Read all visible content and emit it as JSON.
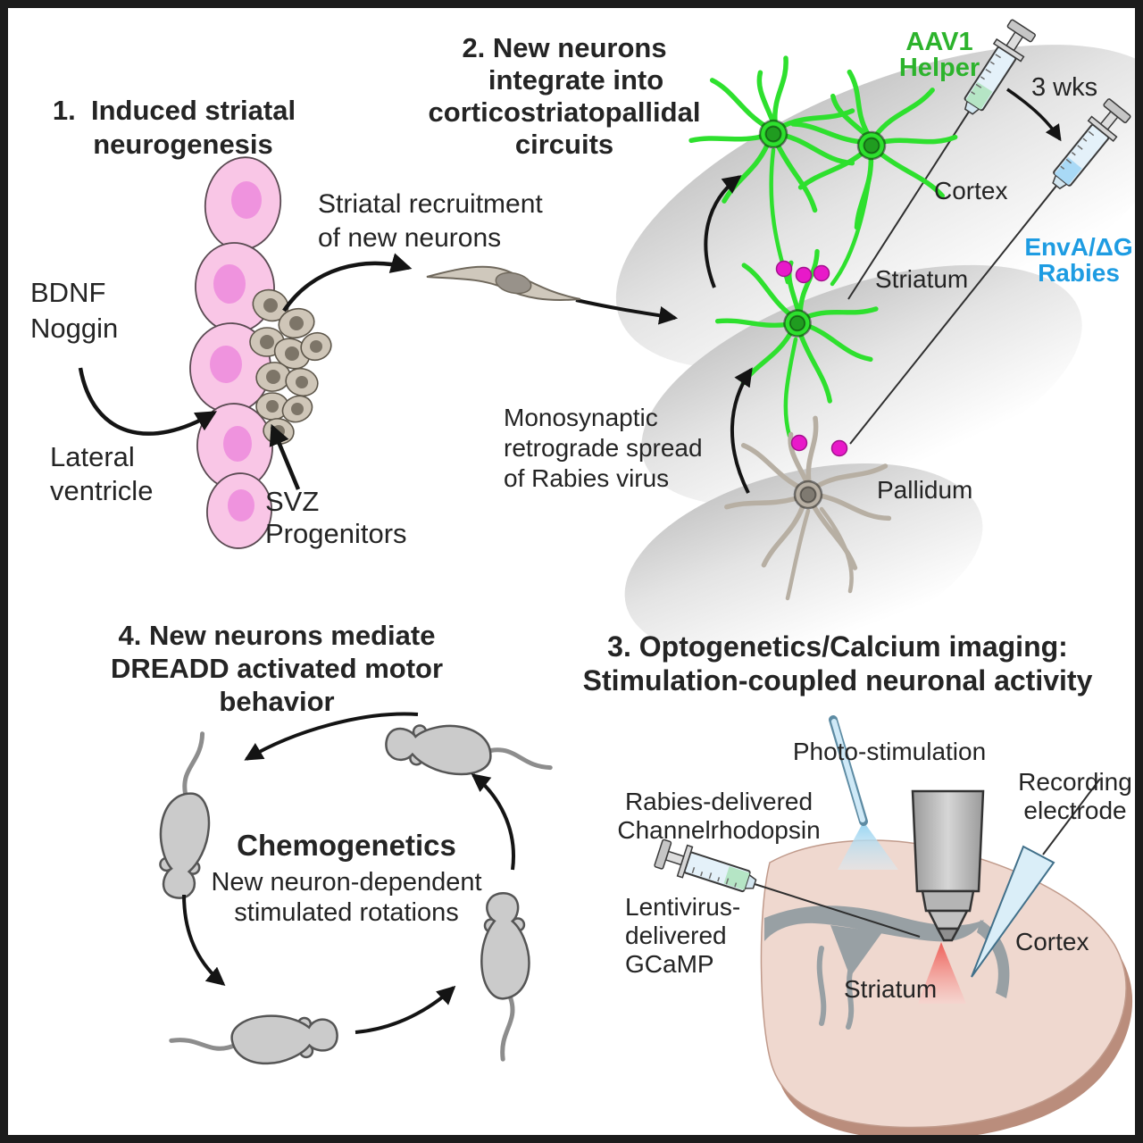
{
  "figure": {
    "type": "scientific-graphical-abstract",
    "colors": {
      "accent_green_label": "#2cb32c",
      "accent_blue_label": "#1e9ce2",
      "neuron_green": "#2ee02e",
      "magenta_virus_dot": "#e819c9",
      "pink_cell": "#f9c6e6",
      "pink_nucleus": "#ef93de",
      "progenitor_gray": "#cfc6b8",
      "brain_slice": "#efd8cf",
      "mouse_gray": "#cbcbcb"
    }
  },
  "panel1": {
    "title_l1": "1.  Induced striatal",
    "title_l2": "neurogenesis",
    "bdnf_l1": "BDNF",
    "bdnf_l2": "Noggin",
    "lateral_l1": "Lateral",
    "lateral_l2": "ventricle",
    "svz_l1": "SVZ",
    "svz_l2": "Progenitors",
    "recruit_l1": "Striatal recruitment",
    "recruit_l2": "of new neurons"
  },
  "panel2": {
    "title_l1": "2. New neurons",
    "title_l2": "integrate into",
    "title_l3": "corticostriatopallidal",
    "title_l4": "circuits",
    "aav1_l1": "AAV1",
    "aav1_l2": "Helper",
    "weeks": "3 wks",
    "enva_l1": "EnvA/ΔG",
    "enva_l2": "Rabies",
    "cortex": "Cortex",
    "striatum": "Striatum",
    "pallidum": "Pallidum",
    "mono_l1": "Monosynaptic",
    "mono_l2": "retrograde spread",
    "mono_l3": "of Rabies virus"
  },
  "panel3": {
    "title_l1": "3. Optogenetics/Calcium imaging:",
    "title_l2": "Stimulation-coupled neuronal activity",
    "photo": "Photo-stimulation",
    "recording_l1": "Recording",
    "recording_l2": "electrode",
    "rabies_l1": "Rabies-delivered",
    "rabies_l2": "Channelrhodopsin",
    "lenti_l1": "Lentivirus-",
    "lenti_l2": "delivered",
    "lenti_l3": "GCaMP",
    "striatum": "Striatum",
    "cortex": "Cortex"
  },
  "panel4": {
    "title_l1": "4. New neurons mediate",
    "title_l2": "DREADD activated motor",
    "title_l3": "behavior",
    "chemo": "Chemogenetics",
    "sub_l1": "New neuron-dependent",
    "sub_l2": "stimulated rotations"
  }
}
